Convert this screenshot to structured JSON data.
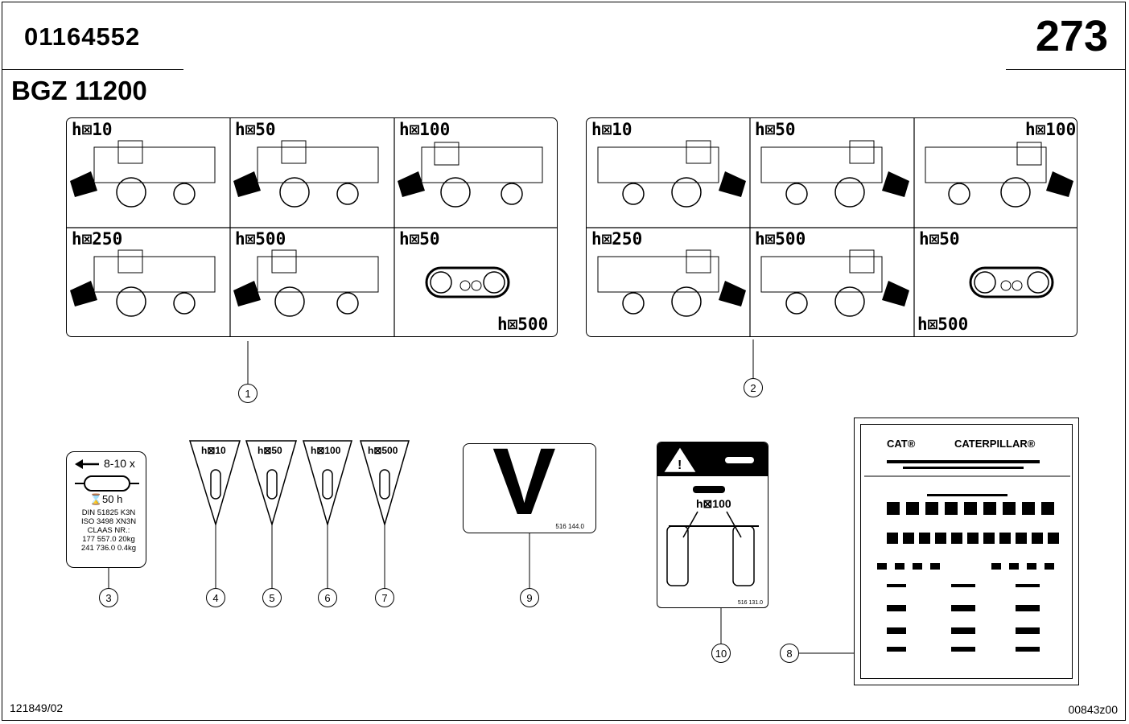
{
  "header": {
    "part_number": "01164552",
    "page_number": "273",
    "model": "BGZ 11200"
  },
  "footer": {
    "left_code": "121849/02",
    "right_code": "00843z00"
  },
  "decal_panel_1": {
    "cells": [
      "h⊠10",
      "h⊠50",
      "h⊠100",
      "h⊠250",
      "h⊠500",
      "h⊠50"
    ],
    "extra_label": "h⊠500",
    "callout": "1"
  },
  "decal_panel_2": {
    "cells": [
      "h⊠10",
      "h⊠50",
      "h⊠100",
      "h⊠250",
      "h⊠500",
      "h⊠50"
    ],
    "extra_label": "h⊠500",
    "callout": "2"
  },
  "decal_3": {
    "arrow_text": "8-10 x",
    "interval": "50 h",
    "lines": [
      "DIN 51825 K3N",
      "ISO 3498 XN3N",
      "CLAAS NR.:",
      "177 557.0    20kg",
      "241 736.0    0.4kg"
    ],
    "callout": "3"
  },
  "triangles": [
    {
      "label": "h⊠10",
      "callout": "4"
    },
    {
      "label": "h⊠50",
      "callout": "5"
    },
    {
      "label": "h⊠100",
      "callout": "6"
    },
    {
      "label": "h⊠500",
      "callout": "7"
    }
  ],
  "decal_9": {
    "letter": "V",
    "code": "516 144.0",
    "callout": "9"
  },
  "decal_10": {
    "label": "h⊠100",
    "code": "516 131.0",
    "callout": "10"
  },
  "decal_8": {
    "brand_1": "CAT®",
    "brand_2": "CATERPILLAR®",
    "callout": "8"
  }
}
